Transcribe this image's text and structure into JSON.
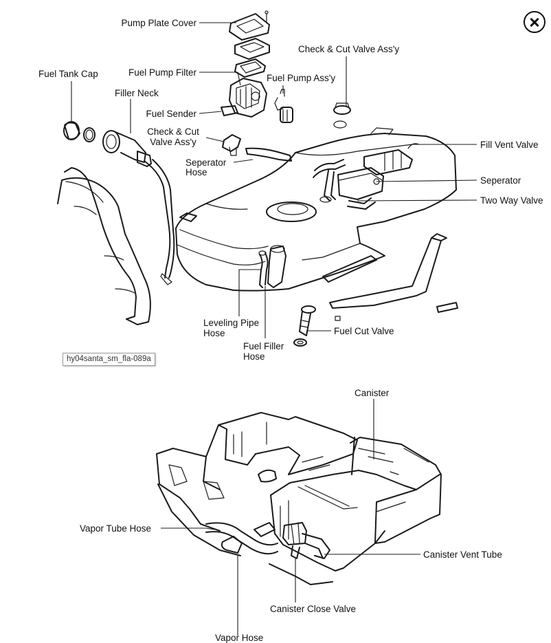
{
  "close_button": {
    "icon": "close-icon"
  },
  "figure_id": "hy04santa_sm_fla-089a",
  "fuel_tank_diagram": {
    "labels": {
      "pump_plate_cover": "Pump Plate Cover",
      "check_cut_valve_top": "Check & Cut Valve Ass'y",
      "fuel_tank_cap": "Fuel Tank Cap",
      "fuel_pump_filter": "Fuel Pump Filter",
      "fuel_pump_assy": "Fuel Pump Ass'y",
      "filler_neck": "Filler Neck",
      "fuel_sender": "Fuel Sender",
      "check_cut_valve_left_1": "Check & Cut",
      "check_cut_valve_left_2": "Valve Ass'y",
      "separator_hose_1": "Seperator",
      "separator_hose_2": "Hose",
      "fill_vent_valve": "Fill Vent Valve",
      "separator": "Seperator",
      "two_way_valve": "Two Way Valve",
      "leveling_pipe_1": "Leveling Pipe",
      "leveling_pipe_2": "Hose",
      "fuel_filler_hose_1": "Fuel Filler",
      "fuel_filler_hose_2": "Hose",
      "fuel_cut_valve": "Fuel Cut Valve"
    }
  },
  "canister_diagram": {
    "labels": {
      "canister": "Canister",
      "vapor_tube_hose": "Vapor Tube Hose",
      "canister_vent_tube": "Canister Vent Tube",
      "canister_close_valve": "Canister Close Valve",
      "vapor_hose": "Vapor Hose"
    }
  }
}
